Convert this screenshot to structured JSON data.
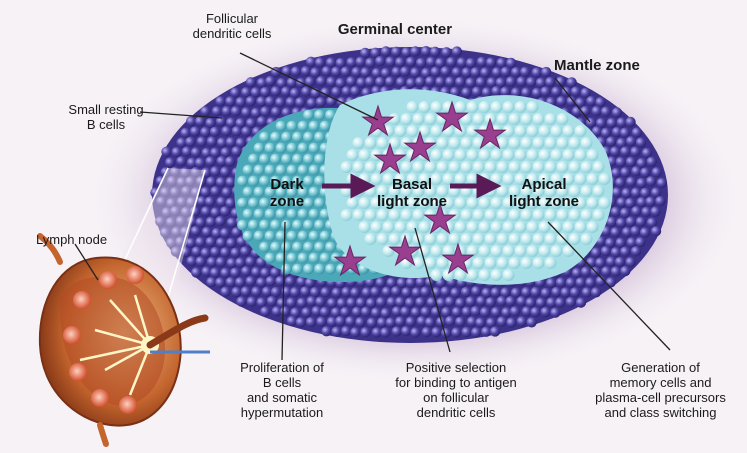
{
  "diagram": {
    "title": "Germinal center",
    "labels": {
      "follicular_dendritic_cells": "Follicular\ndendritic cells",
      "mantle_zone": "Mantle zone",
      "small_resting_b_cells": "Small resting\nB cells",
      "lymph_node": "Lymph node",
      "dark_zone": "Dark\nzone",
      "basal_light_zone": "Basal\nlight zone",
      "apical_light_zone": "Apical\nlight zone",
      "proliferation": "Proliferation of\nB cells\nand somatic\nhypermutation",
      "positive_selection": "Positive selection\nfor binding to antigen\non follicular\ndendritic cells",
      "generation": "Generation of\nmemory cells and\nplasma-cell precursors\nand class switching"
    },
    "colors": {
      "mantle_cell": "#4a3f9a",
      "dark_zone_cell": "#6ec3cf",
      "light_zone_cell": "#bfe9ee",
      "dendritic_cell": "#9a3f8f",
      "lymph_node": "#c4652e",
      "arrow": "#5a1a58"
    }
  }
}
